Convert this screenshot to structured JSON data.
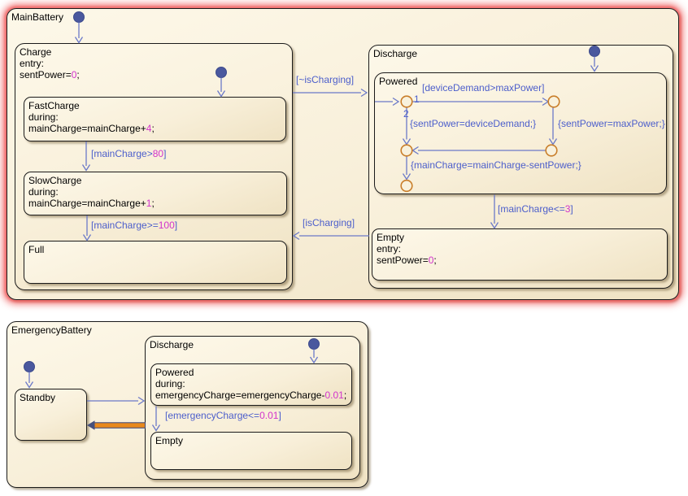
{
  "colors": {
    "transition_line": "#6b79c8",
    "transition_label_text": "#4c5ecb",
    "numeric_literal": "#d233cc",
    "junction_border": "#c97e2a",
    "active_transition_highlight": "#e8891c",
    "default_transition_dot": "#4a589e",
    "state_fill": "#f8f0da",
    "state_border": "#1a1a1a",
    "active_state_glow": "#ee6e6e",
    "state_code_text": "#000000"
  },
  "states": {
    "main_battery": {
      "title": "MainBattery"
    },
    "charge": {
      "title": "Charge",
      "body": [
        [
          {
            "t": "entry:",
            "c": "blk"
          }
        ],
        [
          {
            "t": "sentPower=",
            "c": "blk"
          },
          {
            "t": "0",
            "c": "mag"
          },
          {
            "t": ";",
            "c": "blk"
          }
        ]
      ]
    },
    "fast_charge": {
      "title": "FastCharge",
      "body": [
        [
          {
            "t": "during:",
            "c": "blk"
          }
        ],
        [
          {
            "t": "mainCharge=mainCharge+",
            "c": "blk"
          },
          {
            "t": "4",
            "c": "mag"
          },
          {
            "t": ";",
            "c": "blk"
          }
        ]
      ]
    },
    "slow_charge": {
      "title": "SlowCharge",
      "body": [
        [
          {
            "t": "during:",
            "c": "blk"
          }
        ],
        [
          {
            "t": "mainCharge=mainCharge+",
            "c": "blk"
          },
          {
            "t": "1",
            "c": "mag"
          },
          {
            "t": ";",
            "c": "blk"
          }
        ]
      ]
    },
    "full": {
      "title": "Full"
    },
    "discharge_main": {
      "title": "Discharge"
    },
    "powered_main": {
      "title": "Powered"
    },
    "empty_main": {
      "title": "Empty",
      "body": [
        [
          {
            "t": "entry:",
            "c": "blk"
          }
        ],
        [
          {
            "t": "sentPower=",
            "c": "blk"
          },
          {
            "t": "0",
            "c": "mag"
          },
          {
            "t": ";",
            "c": "blk"
          }
        ]
      ]
    },
    "emergency_battery": {
      "title": "EmergencyBattery"
    },
    "standby": {
      "title": "Standby"
    },
    "discharge_em": {
      "title": "Discharge"
    },
    "powered_em": {
      "title": "Powered",
      "body": [
        [
          {
            "t": "during:",
            "c": "blk"
          }
        ],
        [
          {
            "t": "emergencyCharge=emergencyCharge-",
            "c": "blk"
          },
          {
            "t": "0.01",
            "c": "mag"
          },
          {
            "t": ";",
            "c": "blk"
          }
        ]
      ]
    },
    "empty_em": {
      "title": "Empty"
    }
  },
  "transitions": {
    "fast_to_slow": {
      "label": [
        {
          "t": "[mainCharge>",
          "c": "blu"
        },
        {
          "t": "80",
          "c": "mag"
        },
        {
          "t": "]",
          "c": "blu"
        }
      ]
    },
    "slow_to_full": {
      "label": [
        {
          "t": "[mainCharge>=",
          "c": "blu"
        },
        {
          "t": "100",
          "c": "mag"
        },
        {
          "t": "]",
          "c": "blu"
        }
      ]
    },
    "charge_to_discharge": {
      "label": [
        {
          "t": "[~isCharging]",
          "c": "blu"
        }
      ]
    },
    "discharge_to_charge": {
      "label": [
        {
          "t": "[isCharging]",
          "c": "blu"
        }
      ]
    },
    "powered_to_empty": {
      "label": [
        {
          "t": "[mainCharge<=",
          "c": "blu"
        },
        {
          "t": "3",
          "c": "mag"
        },
        {
          "t": "]",
          "c": "blu"
        }
      ]
    },
    "device_demand": {
      "label": [
        {
          "t": "[deviceDemand>maxPower]",
          "c": "blu"
        }
      ]
    },
    "sent_device_demand": {
      "label": [
        {
          "t": "{sentPower=deviceDemand;}",
          "c": "blu"
        }
      ]
    },
    "sent_max_power": {
      "label": [
        {
          "t": "{sentPower=maxPower;}",
          "c": "blu"
        }
      ]
    },
    "main_minus_sent": {
      "label": [
        {
          "t": "{mainCharge=mainCharge-sentPower;}",
          "c": "blu"
        }
      ]
    },
    "em_powered_to_empty": {
      "label": [
        {
          "t": "[emergencyCharge<=",
          "c": "blu"
        },
        {
          "t": "0.01",
          "c": "mag"
        },
        {
          "t": "]",
          "c": "blu"
        }
      ]
    },
    "branch_labels": {
      "one": "1",
      "two": "2"
    }
  }
}
